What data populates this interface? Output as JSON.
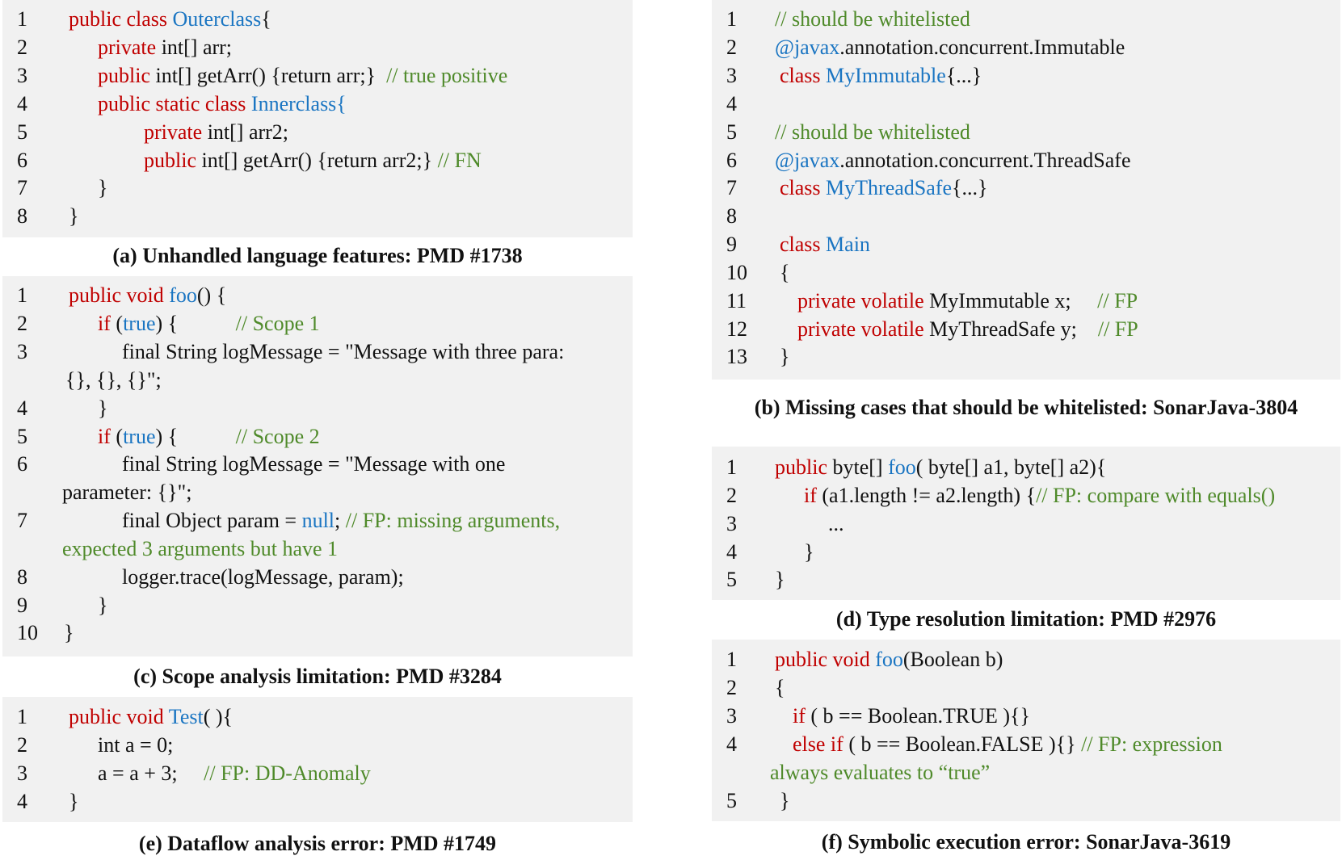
{
  "panels": {
    "a": {
      "caption": "(a) Unhandled language features: PMD #1738",
      "lines": [
        {
          "n": "1",
          "indent": 82,
          "segs": [
            [
              "kw",
              "public class "
            ],
            [
              "ty",
              "Outerclass"
            ],
            [
              "",
              "{"
            ]
          ]
        },
        {
          "n": "2",
          "indent": 118,
          "segs": [
            [
              "kw",
              "private "
            ],
            [
              "",
              "int[] arr;"
            ]
          ]
        },
        {
          "n": "3",
          "indent": 118,
          "segs": [
            [
              "kw",
              "public "
            ],
            [
              "",
              "int[] getArr() {return arr;}  "
            ],
            [
              "cm",
              "// true positive"
            ]
          ]
        },
        {
          "n": "4",
          "indent": 118,
          "segs": [
            [
              "kw",
              "public static class "
            ],
            [
              "ty",
              "Innerclass{"
            ]
          ]
        },
        {
          "n": "5",
          "indent": 175,
          "segs": [
            [
              "kw",
              "private "
            ],
            [
              "",
              "int[] arr2;"
            ]
          ]
        },
        {
          "n": "6",
          "indent": 175,
          "segs": [
            [
              "kw",
              "public "
            ],
            [
              "",
              "int[] getArr() {return arr2;} "
            ],
            [
              "cm",
              "// FN"
            ]
          ]
        },
        {
          "n": "7",
          "indent": 118,
          "segs": [
            [
              "",
              "}"
            ]
          ]
        },
        {
          "n": "8",
          "indent": 82,
          "segs": [
            [
              "",
              "}"
            ]
          ]
        }
      ]
    },
    "b": {
      "caption": "(b) Missing cases that should be whitelisted: SonarJava-3804",
      "lines": [
        {
          "n": "1",
          "indent": 78,
          "segs": [
            [
              "cm",
              "// should be whitelisted"
            ]
          ]
        },
        {
          "n": "2",
          "indent": 78,
          "segs": [
            [
              "ty",
              "@javax"
            ],
            [
              "",
              ".annotation.concurrent.Immutable"
            ]
          ]
        },
        {
          "n": "3",
          "indent": 84,
          "segs": [
            [
              "kw",
              "class "
            ],
            [
              "ty",
              "MyImmutable"
            ],
            [
              "",
              "{...}"
            ]
          ]
        },
        {
          "n": "4",
          "indent": 78,
          "segs": []
        },
        {
          "n": "5",
          "indent": 78,
          "segs": [
            [
              "cm",
              "// should be whitelisted"
            ]
          ]
        },
        {
          "n": "6",
          "indent": 78,
          "segs": [
            [
              "ty",
              "@javax"
            ],
            [
              "",
              ".annotation.concurrent.ThreadSafe"
            ]
          ]
        },
        {
          "n": "7",
          "indent": 84,
          "segs": [
            [
              "kw",
              "class "
            ],
            [
              "ty",
              "MyThreadSafe"
            ],
            [
              "",
              "{...}"
            ]
          ]
        },
        {
          "n": "8",
          "indent": 78,
          "segs": []
        },
        {
          "n": "9",
          "indent": 84,
          "segs": [
            [
              "kw",
              "class "
            ],
            [
              "ty",
              "Main"
            ]
          ]
        },
        {
          "n": "10",
          "indent": 84,
          "segs": [
            [
              "",
              "{"
            ]
          ]
        },
        {
          "n": "11",
          "indent": 106,
          "segs": [
            [
              "kw",
              "private volatile "
            ],
            [
              "",
              "MyImmutable x;     "
            ],
            [
              "cm",
              "// FP"
            ]
          ]
        },
        {
          "n": "12",
          "indent": 106,
          "segs": [
            [
              "kw",
              "private volatile "
            ],
            [
              "",
              "MyThreadSafe y;    "
            ],
            [
              "cm",
              "// FP"
            ]
          ]
        },
        {
          "n": "13",
          "indent": 84,
          "segs": [
            [
              "",
              "}"
            ]
          ]
        }
      ]
    },
    "c": {
      "caption": "(c) Scope analysis limitation: PMD #3284",
      "lines": [
        {
          "n": "1",
          "indent": 82,
          "segs": [
            [
              "kw",
              "public void "
            ],
            [
              "ty",
              "foo"
            ],
            [
              "",
              "() {"
            ]
          ]
        },
        {
          "n": "2",
          "indent": 118,
          "segs": [
            [
              "kw",
              "if "
            ],
            [
              "",
              "("
            ],
            [
              "ty",
              "true"
            ],
            [
              "",
              ") {           "
            ],
            [
              "cm",
              "// Scope 1"
            ]
          ]
        },
        {
          "n": "3",
          "indent": 148,
          "segs": [
            [
              "",
              "final String logMessage = \"Message with three para:"
            ]
          ]
        },
        {
          "n": "",
          "indent": 78,
          "segs": [
            [
              "",
              "{}, {}, {}\";"
            ]
          ]
        },
        {
          "n": "4",
          "indent": 118,
          "segs": [
            [
              "",
              "}"
            ]
          ]
        },
        {
          "n": "5",
          "indent": 118,
          "segs": [
            [
              "kw",
              "if "
            ],
            [
              "",
              "("
            ],
            [
              "ty",
              "true"
            ],
            [
              "",
              ") {           "
            ],
            [
              "cm",
              "// Scope 2"
            ]
          ]
        },
        {
          "n": "6",
          "indent": 148,
          "segs": [
            [
              "",
              "final String logMessage = \"Message with one"
            ]
          ]
        },
        {
          "n": "",
          "indent": 74,
          "segs": [
            [
              "",
              "parameter: {}\";"
            ]
          ]
        },
        {
          "n": "7",
          "indent": 148,
          "segs": [
            [
              "",
              "final Object param = "
            ],
            [
              "ty",
              "null"
            ],
            [
              "",
              "; "
            ],
            [
              "cm",
              "// FP: missing arguments,"
            ]
          ]
        },
        {
          "n": "",
          "indent": 74,
          "segs": [
            [
              "cm",
              "expected 3 arguments but have 1"
            ]
          ]
        },
        {
          "n": "8",
          "indent": 148,
          "segs": [
            [
              "",
              "logger.trace(logMessage, param);"
            ]
          ]
        },
        {
          "n": "9",
          "indent": 118,
          "segs": [
            [
              "",
              "}"
            ]
          ]
        },
        {
          "n": "10",
          "indent": 76,
          "segs": [
            [
              "",
              "}"
            ]
          ]
        }
      ]
    },
    "d": {
      "caption": "(d) Type resolution limitation: PMD #2976",
      "lines": [
        {
          "n": "1",
          "indent": 78,
          "segs": [
            [
              "kw",
              "public "
            ],
            [
              "",
              "byte[] "
            ],
            [
              "ty",
              "foo"
            ],
            [
              "",
              "( byte[] a1, byte[] a2){"
            ]
          ]
        },
        {
          "n": "2",
          "indent": 114,
          "segs": [
            [
              "kw",
              "if "
            ],
            [
              "",
              "(a1.length != a2.length) {"
            ],
            [
              "cm",
              "// FP: compare with equals()"
            ]
          ]
        },
        {
          "n": "3",
          "indent": 144,
          "segs": [
            [
              "",
              "..."
            ]
          ]
        },
        {
          "n": "4",
          "indent": 114,
          "segs": [
            [
              "",
              "}"
            ]
          ]
        },
        {
          "n": "5",
          "indent": 78,
          "segs": [
            [
              "",
              "}"
            ]
          ]
        }
      ]
    },
    "e": {
      "caption": "(e) Dataflow analysis error: PMD #1749",
      "lines": [
        {
          "n": "1",
          "indent": 82,
          "segs": [
            [
              "kw",
              "public void "
            ],
            [
              "ty",
              "Test"
            ],
            [
              "",
              "( ){"
            ]
          ]
        },
        {
          "n": "2",
          "indent": 118,
          "segs": [
            [
              "",
              "int a = 0;"
            ]
          ]
        },
        {
          "n": "3",
          "indent": 118,
          "segs": [
            [
              "",
              "a = a + 3;     "
            ],
            [
              "cm",
              "// FP: DD-Anomaly"
            ]
          ]
        },
        {
          "n": "4",
          "indent": 82,
          "segs": [
            [
              "",
              "}"
            ]
          ]
        }
      ]
    },
    "f": {
      "caption": "(f) Symbolic execution error: SonarJava-3619",
      "lines": [
        {
          "n": "1",
          "indent": 78,
          "segs": [
            [
              "kw",
              "public void "
            ],
            [
              "ty",
              "foo"
            ],
            [
              "",
              "(Boolean b)"
            ]
          ]
        },
        {
          "n": "2",
          "indent": 78,
          "segs": [
            [
              "",
              "{"
            ]
          ]
        },
        {
          "n": "3",
          "indent": 100,
          "segs": [
            [
              "kw",
              "if "
            ],
            [
              "",
              "( b == Boolean.TRUE ){}"
            ]
          ]
        },
        {
          "n": "4",
          "indent": 100,
          "segs": [
            [
              "kw",
              "else if "
            ],
            [
              "",
              "( b == Boolean.FALSE ){} "
            ],
            [
              "cm",
              "// FP: expression"
            ]
          ]
        },
        {
          "n": "",
          "indent": 72,
          "segs": [
            [
              "cm",
              "always evaluates to “true”"
            ]
          ]
        },
        {
          "n": "5",
          "indent": 84,
          "segs": [
            [
              "",
              "}"
            ]
          ]
        }
      ]
    }
  }
}
